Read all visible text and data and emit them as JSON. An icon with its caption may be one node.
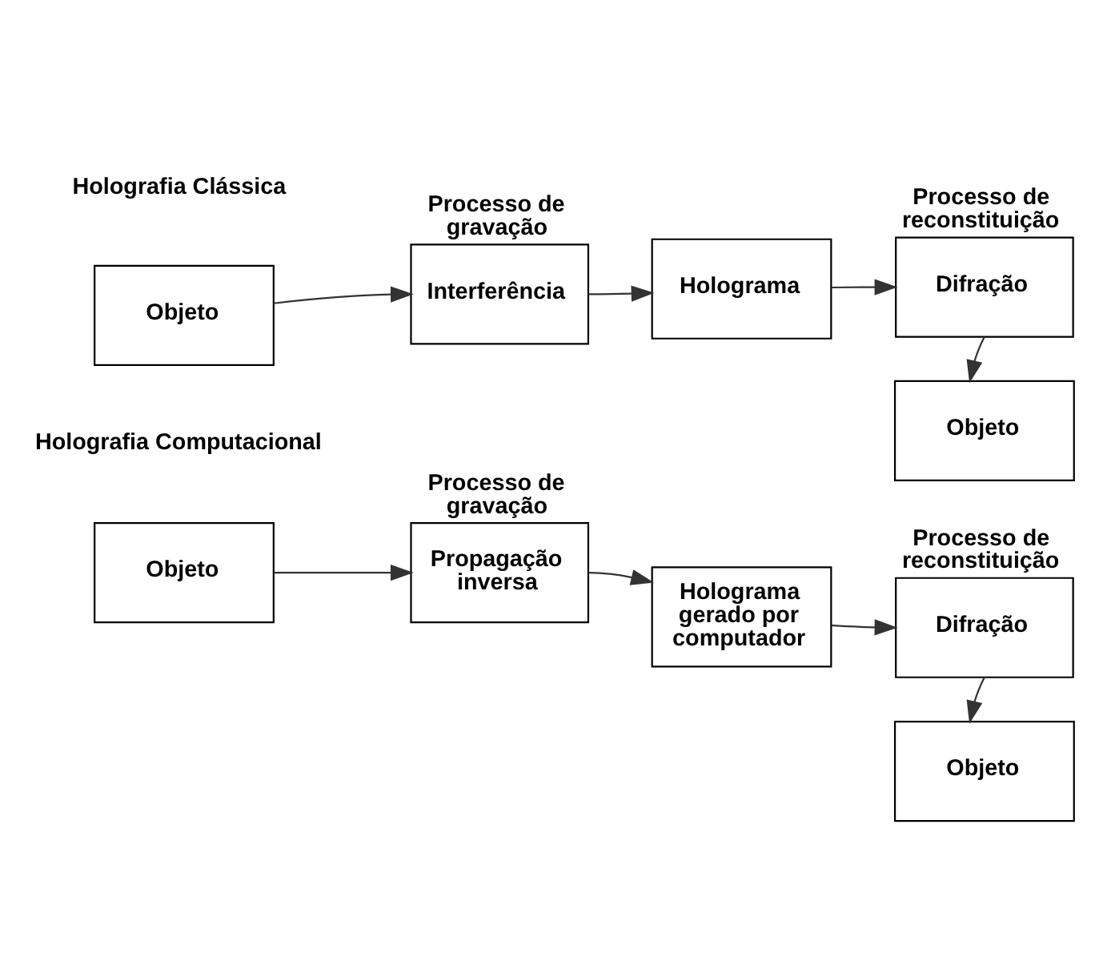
{
  "diagram": {
    "nodes": [
      {
        "text": [
          "Objeto"
        ]
      },
      {
        "text": [
          "Interferência"
        ],
        "beside": [
          "Processo de gravação"
        ]
      },
      {
        "text": [
          "Holograma"
        ]
      },
      {
        "text": [
          "Difração"
        ],
        "beside": [
          "Processo de reconstituição"
        ]
      },
      {
        "text": [
          "Objeto"
        ]
      },
      {
        "text": [
          "Objeto"
        ]
      },
      {
        "text": [
          "Propagação inversa"
        ],
        "beside": [
          "Processo de gravação"
        ]
      },
      {
        "text": [
          "Holograma gerado por computador"
        ]
      },
      {
        "text": [
          "Difração"
        ],
        "beside": [
          "Processo de reconstituição"
        ]
      },
      {
        "text": [
          "Objeto"
        ]
      }
    ],
    "edges": [
      {
        "from": 0,
        "to": 1,
        "arrow": "to"
      },
      {
        "from": 1,
        "to": 2,
        "arrow": "to"
      },
      {
        "from": 2,
        "to": 3,
        "arrow": "to"
      },
      {
        "from": 3,
        "to": 4,
        "arrow": "to"
      },
      {
        "from": 5,
        "to": 6,
        "arrow": "to"
      },
      {
        "from": 6,
        "to": 7,
        "arrow": "to"
      },
      {
        "from": 7,
        "to": 8,
        "arrow": "to"
      },
      {
        "from": 8,
        "to": 9,
        "arrow": "to"
      }
    ],
    "labels": [
      "Holografia Clássica",
      "Holografia Computacional"
    ]
  }
}
